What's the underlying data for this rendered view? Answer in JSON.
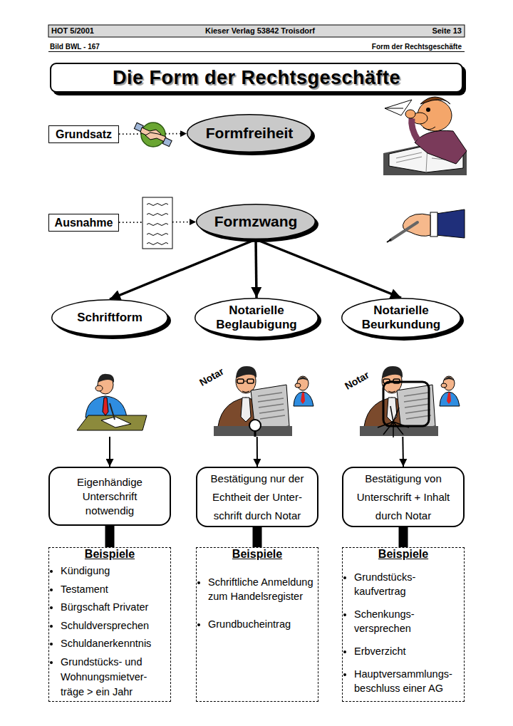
{
  "diagram": {
    "title": "Die Form der Rechtsgeschäfte",
    "nodes": [
      {
        "text": [
          "Grundsatz"
        ]
      },
      {
        "text": [
          "Formfreiheit"
        ]
      },
      {
        "text": [
          "Ausnahme"
        ]
      },
      {
        "text": [
          "Formzwang"
        ]
      },
      {
        "text": [
          "Schriftform"
        ]
      },
      {
        "text": [
          "Notarielle Beglaubigung"
        ]
      },
      {
        "text": [
          "Notarielle Beurkundung"
        ]
      },
      {
        "text": [
          "Eigenhändige Unterschrift notwendig"
        ]
      },
      {
        "text": [
          "Bestätigung nur der Echtheit der Unter- schrift durch Notar"
        ]
      },
      {
        "text": [
          "Bestätigung von Unterschrift + Inhalt durch Notar"
        ]
      },
      {
        "text": [
          "Beispiele",
          "Kündigung",
          "Testament",
          "Bürgschaft Privater",
          "Schuldversprechen",
          "Schuldanerkenntnis",
          "Grundstücks- und Wohnungsmietver- träge > ein Jahr"
        ]
      },
      {
        "text": [
          "Beispiele",
          "Schriftliche Anmeldung zum Handelsregister",
          "Grundbucheintrag"
        ]
      },
      {
        "text": [
          "Beispiele",
          "Grundstücks- kaufvertrag",
          "Schenkungs- versprechen",
          "Erbverzicht",
          "Hauptversammlungs- beschluss einer AG"
        ]
      }
    ],
    "edges": [
      {
        "from": 0,
        "to": 1,
        "arrow": "to"
      },
      {
        "from": 2,
        "to": 3,
        "arrow": "to"
      },
      {
        "from": 3,
        "to": 4,
        "arrow": "to"
      },
      {
        "from": 3,
        "to": 5,
        "arrow": "to"
      },
      {
        "from": 3,
        "to": 6,
        "arrow": "to"
      },
      {
        "from": 4,
        "to": 7,
        "arrow": "to"
      },
      {
        "from": 5,
        "to": 8,
        "arrow": "to"
      },
      {
        "from": 6,
        "to": 9,
        "arrow": "to"
      },
      {
        "from": 7,
        "to": 10,
        "arrow": "none"
      },
      {
        "from": 8,
        "to": 11,
        "arrow": "none"
      },
      {
        "from": 9,
        "to": 12,
        "arrow": "none"
      }
    ],
    "labels": [
      "HOT 5/2001",
      "Kieser Verlag 53842 Troisdorf",
      "Seite 13",
      "Bild BWL - 167",
      "Form der Rechtsgeschäfte",
      "Notar",
      "Notar"
    ]
  }
}
